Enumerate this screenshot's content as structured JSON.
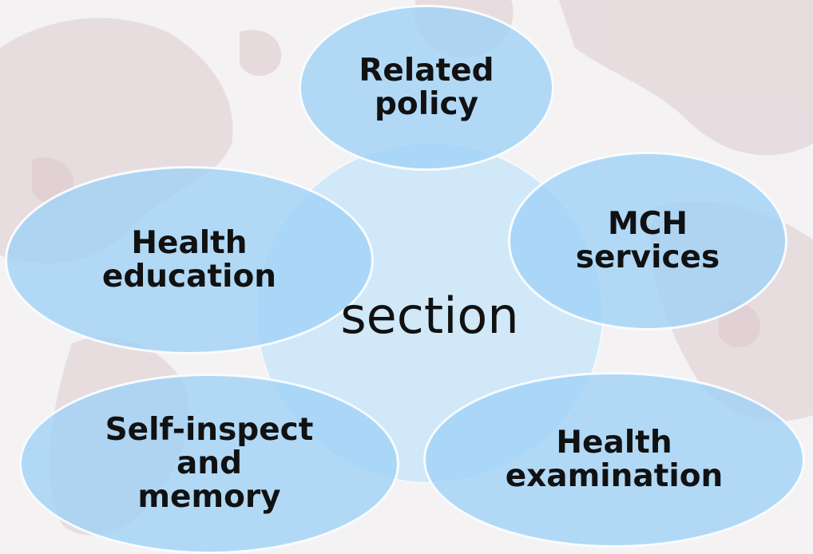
{
  "diagram": {
    "center_label": "section",
    "nodes": [
      {
        "id": "related-policy",
        "label": "Related\npolicy"
      },
      {
        "id": "mch-services",
        "label": "MCH\nservices"
      },
      {
        "id": "health-education",
        "label": "Health\neducation"
      },
      {
        "id": "self-inspect",
        "label": "Self-inspect\nand\nmemory"
      },
      {
        "id": "health-examination",
        "label": "Health\nexamination"
      }
    ]
  },
  "colors": {
    "node_fill": "#a0d2f6",
    "center_fill": "#c4e3fa",
    "background": "#f3f1f2",
    "map_tint": "#e4d6d9"
  }
}
